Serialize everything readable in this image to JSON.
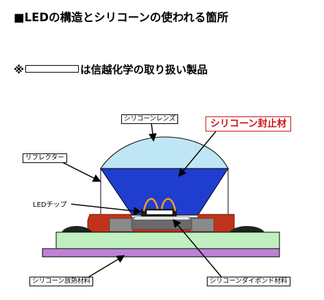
{
  "heading": "■LEDの構造とシリコーンの使われる箇所",
  "note": {
    "prefix": "※",
    "suffix": "は信越化学の取り扱い製品"
  },
  "labels": {
    "silicone_lens": "シリコーンレンズ",
    "silicone_encapsulant": "シリコーン封止材",
    "reflector": "リフレクター",
    "led_chip": "LEDチップ",
    "silicone_heat_dissipation": "シリコーン放熱材料",
    "silicone_die_bond": "シリコーンダイボンド材料"
  },
  "colors": {
    "lens": "#bfe6f4",
    "encapsulant": "#1f3ecf",
    "highlight_red": "#cc1111",
    "substrate_red": "#c0331a",
    "green_board": "#bff0bf",
    "purple_layer": "#bd82d6",
    "dark_gray": "#555555"
  }
}
